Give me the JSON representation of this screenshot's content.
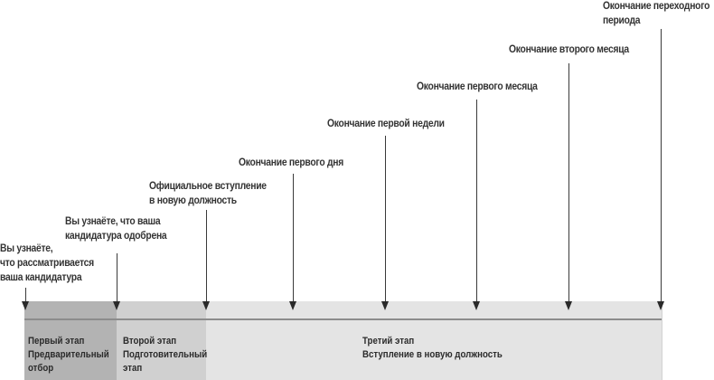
{
  "milestones": [
    {
      "lines": [
        "Вы узнаёте,",
        "что рассматривается",
        "ваша кандидатура"
      ]
    },
    {
      "lines": [
        "Вы узнаёте, что ваша",
        "кандидатура одобрена"
      ]
    },
    {
      "lines": [
        "Официальное вступление",
        "в новую должность"
      ]
    },
    {
      "lines": [
        "Окончание первого дня"
      ]
    },
    {
      "lines": [
        "Окончание первой недели"
      ]
    },
    {
      "lines": [
        "Окончание первого месяца"
      ]
    },
    {
      "lines": [
        "Окончание второго месяца"
      ]
    },
    {
      "lines": [
        "Окончание переходного",
        "периода"
      ]
    }
  ],
  "stages": [
    {
      "title": "Первый этап",
      "lines": [
        "Предварительный",
        "отбор"
      ],
      "color": "#b3b3b3"
    },
    {
      "title": "Второй этап",
      "lines": [
        "Подготовительный",
        "этап"
      ],
      "color": "#d0d0d0"
    },
    {
      "title": "Третий этап",
      "lines": [
        "Вступление в новую должность"
      ],
      "color": "#e4e4e4"
    }
  ]
}
